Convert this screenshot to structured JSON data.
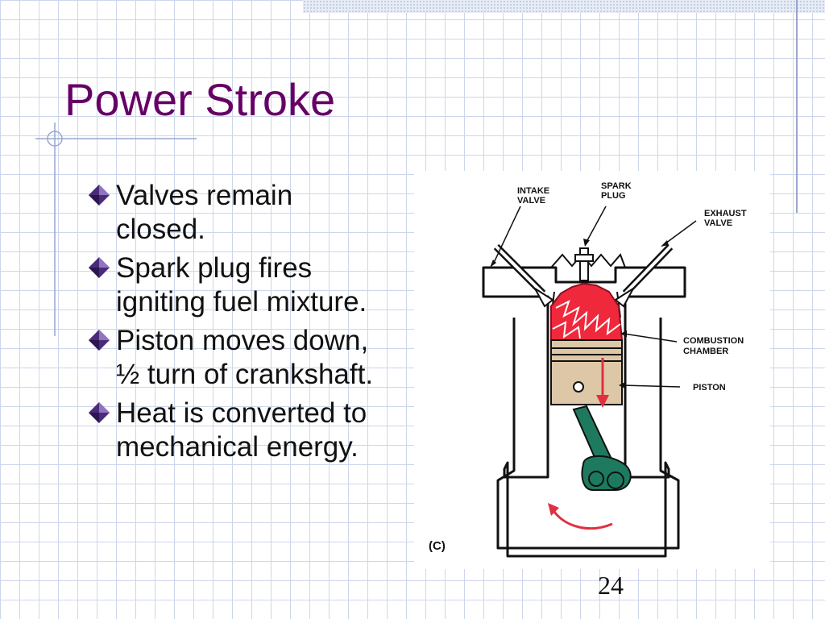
{
  "slide": {
    "title": "Power Stroke",
    "page_number": "24",
    "bullets": [
      {
        "line1": "Valves remain",
        "line2": "closed."
      },
      {
        "line1": "Spark plug fires",
        "line2": "igniting fuel mixture."
      },
      {
        "line1": "Piston moves down,",
        "line2": "½ turn of crankshaft."
      },
      {
        "line1": "Heat is converted to",
        "line2": "mechanical energy."
      }
    ],
    "bullet_icon": "diamond-bullet-icon",
    "colors": {
      "title": "#660066",
      "grid": "#cdd6ea",
      "bullet": "#4b2a7a",
      "flame": "#f0283c",
      "piston": "#ddc7a6",
      "connecting_rod": "#1e7a5e",
      "arrow": "#e03040"
    }
  },
  "diagram": {
    "labels": {
      "intake_line1": "INTAKE",
      "intake_line2": "VALVE",
      "spark_line1": "SPARK",
      "spark_line2": "PLUG",
      "exhaust_line1": "EXHAUST",
      "exhaust_line2": "VALVE",
      "combustion_line1": "COMBUSTION",
      "combustion_line2": "CHAMBER",
      "piston": "PISTON",
      "panel": "(C)"
    }
  }
}
